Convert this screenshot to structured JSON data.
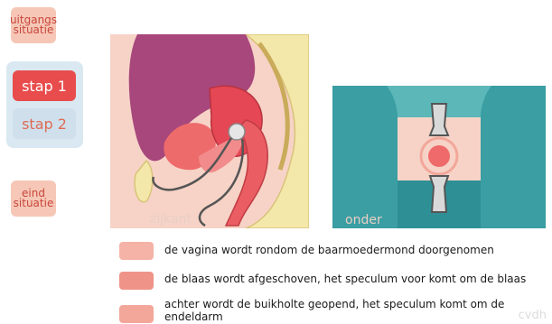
{
  "nav": {
    "start_label": "uitgangs\nsituatie",
    "step1_label": "stap 1",
    "step2_label": "stap 2",
    "end_label": "eind\nsituatie",
    "active_step": "stap 1"
  },
  "figure": {
    "side_view_label": "zijkant",
    "bottom_view_label": "onder"
  },
  "legend": [
    {
      "text": "de vagina wordt rondom de baarmoedermond doorgenomen",
      "color": "#f4b3a6"
    },
    {
      "text": "de blaas wordt afgeschoven, het speculum voor komt om de blaas",
      "color": "#ef9388"
    },
    {
      "text": "achter wordt de buikholte geopend, het speculum komt om de endeldarm",
      "color": "#f2a79a"
    }
  ],
  "credit": "cvdh",
  "colors": {
    "accent": "#e84c4c",
    "skin": "#f6d3c6",
    "teal": "#2e9ea0"
  }
}
